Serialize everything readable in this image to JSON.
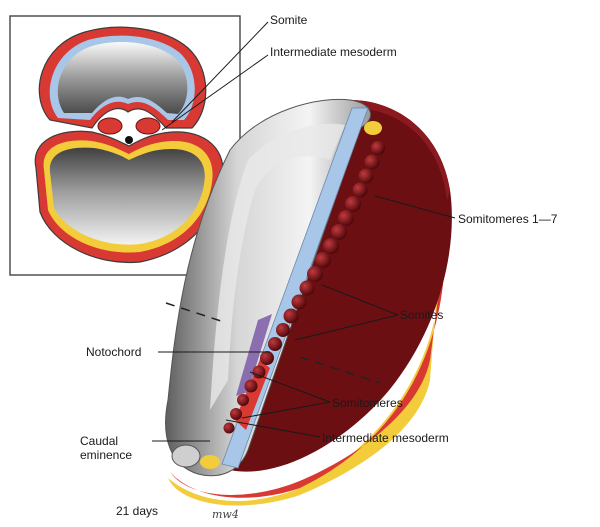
{
  "labels": {
    "somite": "Somite",
    "intermediate_mesoderm_inset": "Intermediate mesoderm",
    "somitomeres_1_7": "Somitomeres 1—7",
    "somites": "Somites",
    "notochord": "Notochord",
    "somitomeres": "Somitomeres",
    "intermediate_mesoderm": "Intermediate mesoderm",
    "caudal_eminence": "Caudal eminence",
    "age": "21 days",
    "signature": "mw4"
  },
  "colors": {
    "tissue_red": "#d8302c",
    "deep_red": "#6b0f13",
    "ectoderm_blue": "#a7c6e8",
    "yolk": "#f2cc3b",
    "gray_body": "#c8c8c8",
    "gray_dark": "#6d6d6d"
  }
}
